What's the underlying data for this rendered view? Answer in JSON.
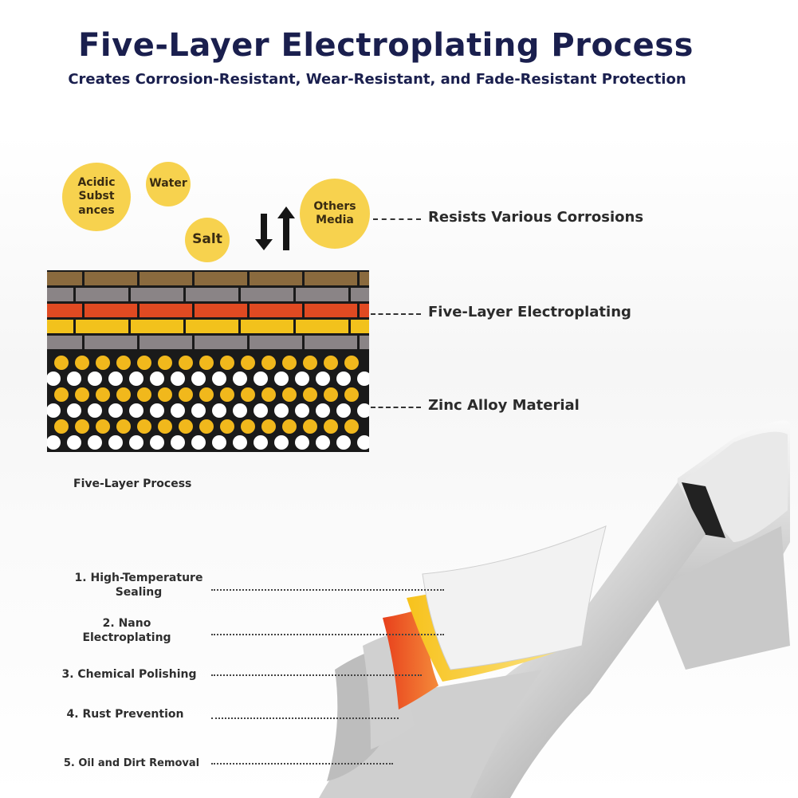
{
  "header": {
    "title": "Five-Layer Electroplating Process",
    "subtitle": "Creates Corrosion-Resistant, Wear-Resistant, and Fade-Resistant Protection"
  },
  "bubbles": {
    "acidic": "Acidic\nSubst\nances",
    "water": "Water",
    "salt": "Salt",
    "others": "Others\nMedia"
  },
  "callouts": {
    "corrosion": "Resists Various Corrosions",
    "plating": "Five-Layer Electroplating",
    "zinc": "Zinc Alloy Material"
  },
  "diagram_caption": "Five-Layer Process",
  "steps": [
    "1. High-Temperature\nSealing",
    "2. Nano\nElectroplating",
    "3. Chemical Polishing",
    "4. Rust Prevention",
    "5. Oil and Dirt Removal"
  ],
  "colors": {
    "title": "#1a1f4e",
    "bubble": "#f7d24e",
    "brick_brown": "#8a6a3e",
    "brick_red": "#e04a22",
    "brick_yellow": "#f2c21c",
    "brick_gray": "#8a8486",
    "dot_yellow": "#f1b81c",
    "dot_white": "#ffffff"
  }
}
